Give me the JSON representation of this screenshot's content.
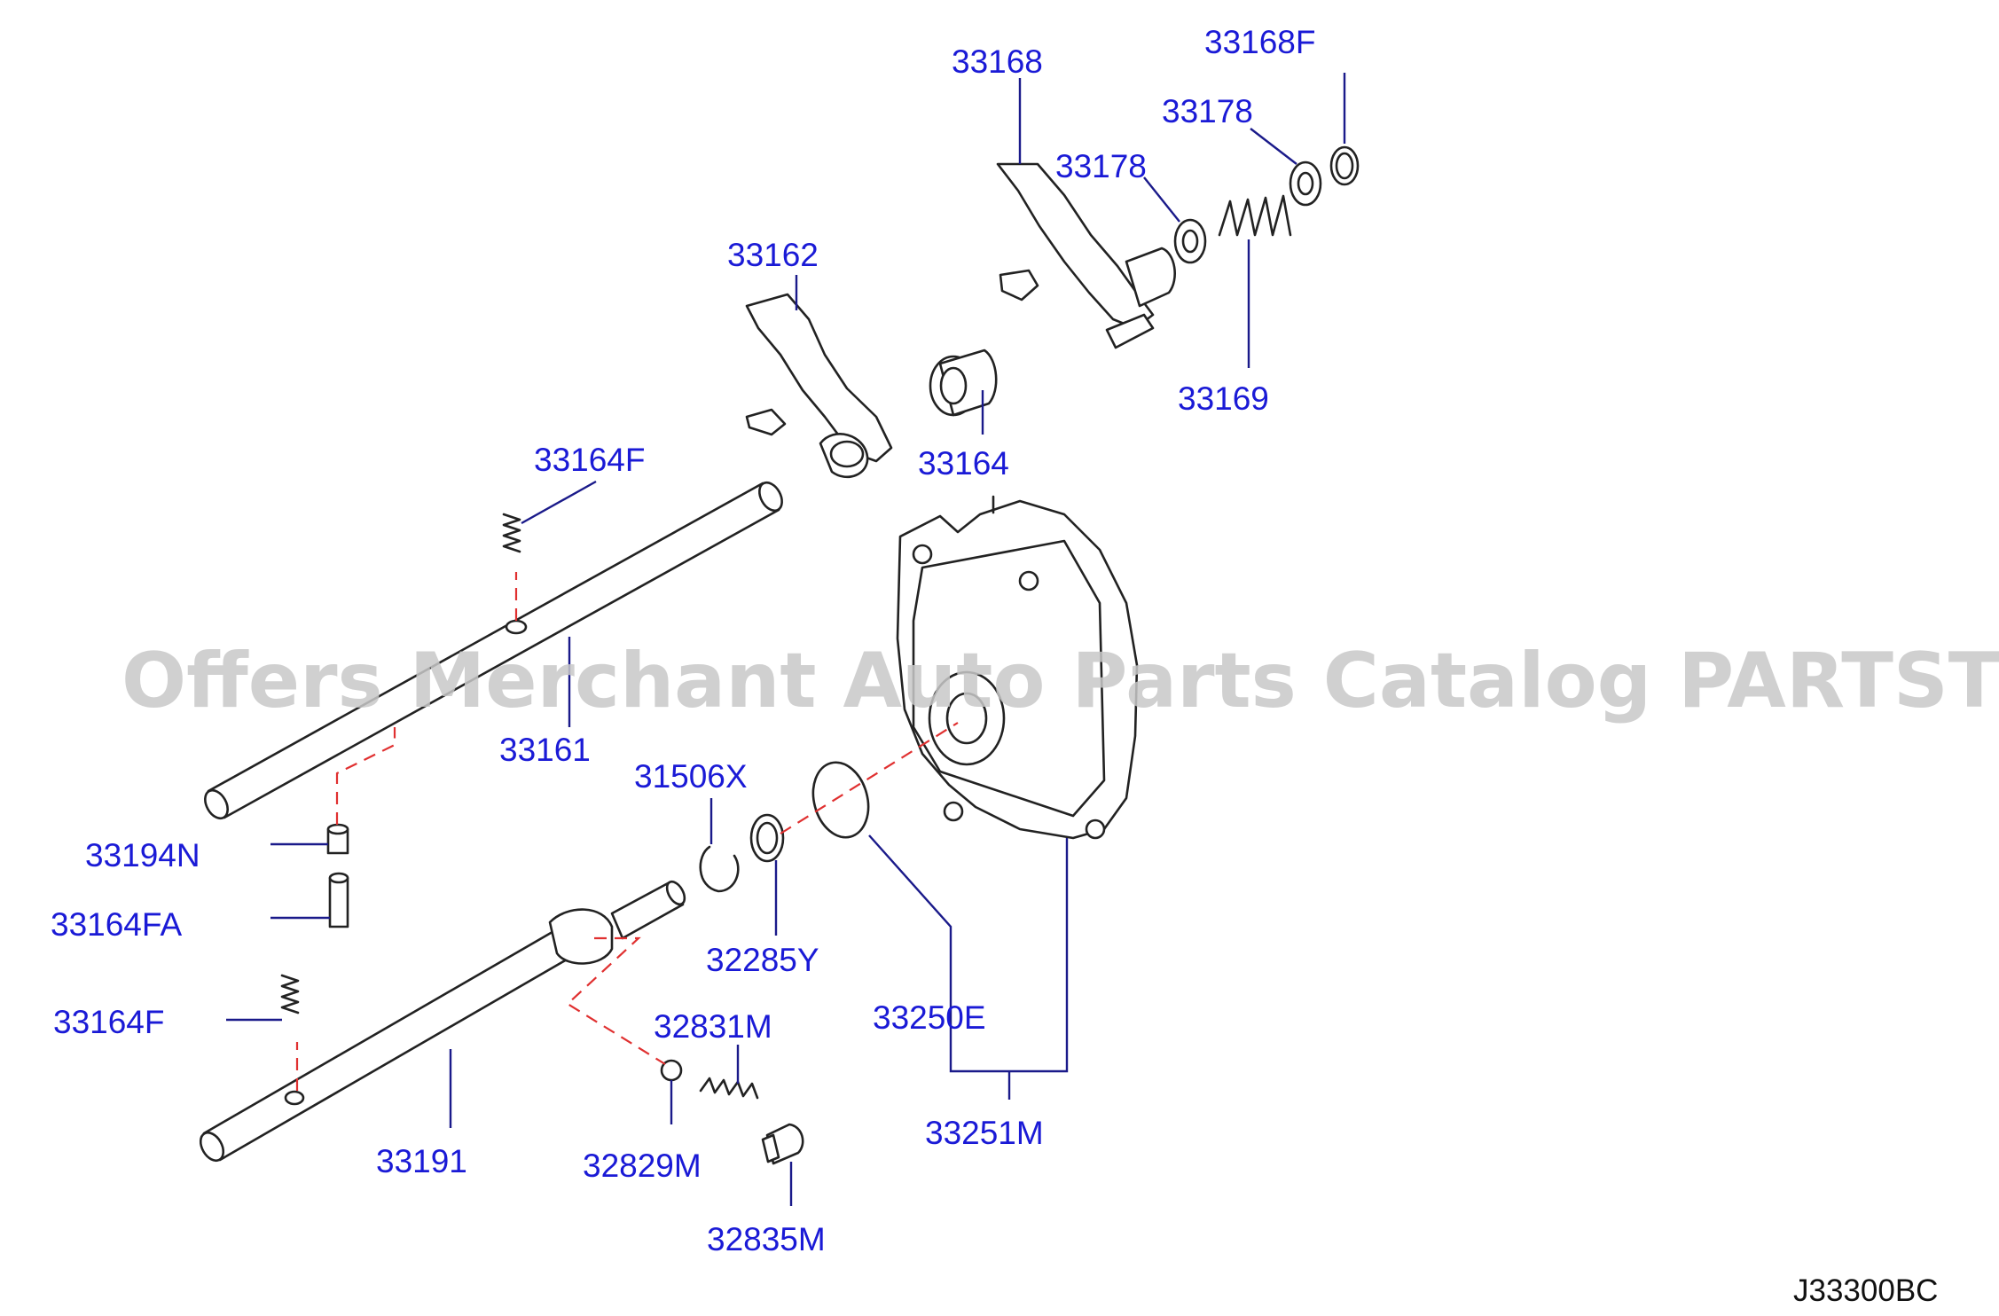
{
  "watermark": "Offers Merchant Auto Parts Catalog PARTSTORE.SA",
  "diagram_code": "J33300BC",
  "colors": {
    "label": "#1a1ad6",
    "leader": "#1a1a8a",
    "centerline": "#e03030",
    "watermark": "#c8c8c8",
    "part_outline": "#222222"
  },
  "labels": {
    "p33168F_top": "33168F",
    "p33168": "33168",
    "p33178_upper": "33178",
    "p33178_lower": "33178",
    "p33162": "33162",
    "p33169": "33169",
    "p33164F_upper": "33164F",
    "p33164": "33164",
    "p33161": "33161",
    "p31506X": "31506X",
    "p33194N": "33194N",
    "p33164FA": "33164FA",
    "p32285Y": "32285Y",
    "p33250E": "33250E",
    "p33164F_lower": "33164F",
    "p32831M": "32831M",
    "p33191": "33191",
    "p32829M": "32829M",
    "p33251M": "33251M",
    "p32835M": "32835M"
  }
}
